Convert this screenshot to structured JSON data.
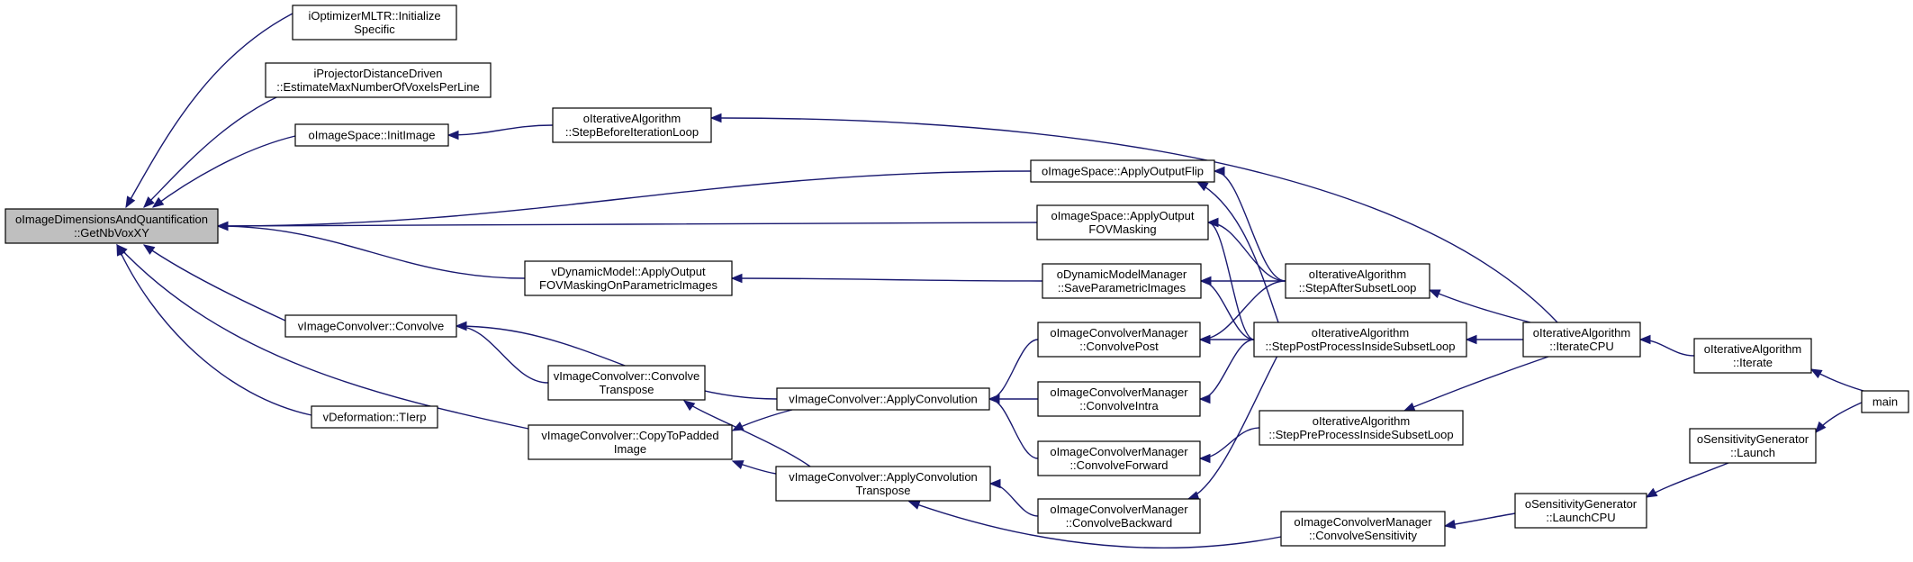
{
  "graph": {
    "edge_color": "#191970",
    "focus_fill": "#bfbfbf",
    "nodes": [
      {
        "id": "getnb",
        "lines": [
          "oImageDimensionsAndQuantification",
          "::GetNbVoxXY"
        ],
        "focus": true
      },
      {
        "id": "optmltr",
        "lines": [
          "iOptimizerMLTR::Initialize",
          "Specific"
        ]
      },
      {
        "id": "projdd",
        "lines": [
          "iProjectorDistanceDriven",
          "::EstimateMaxNumberOfVoxelsPerLine"
        ]
      },
      {
        "id": "initimg",
        "lines": [
          "oImageSpace::InitImage"
        ]
      },
      {
        "id": "stepbefore",
        "lines": [
          "oIterativeAlgorithm",
          "::StepBeforeIterationLoop"
        ]
      },
      {
        "id": "flip",
        "lines": [
          "oImageSpace::ApplyOutputFlip"
        ]
      },
      {
        "id": "fovmask",
        "lines": [
          "oImageSpace::ApplyOutput",
          "FOVMasking"
        ]
      },
      {
        "id": "vdynfov",
        "lines": [
          "vDynamicModel::ApplyOutput",
          "FOVMaskingOnParametricImages"
        ]
      },
      {
        "id": "dynsave",
        "lines": [
          "oDynamicModelManager",
          "::SaveParametricImages"
        ]
      },
      {
        "id": "afterss",
        "lines": [
          "oIterativeAlgorithm",
          "::StepAfterSubsetLoop"
        ]
      },
      {
        "id": "convolve",
        "lines": [
          "vImageConvolver::Convolve"
        ]
      },
      {
        "id": "convpost",
        "lines": [
          "oImageConvolverManager",
          "::ConvolvePost"
        ]
      },
      {
        "id": "postproc",
        "lines": [
          "oIterativeAlgorithm",
          "::StepPostProcessInsideSubsetLoop"
        ]
      },
      {
        "id": "itercpu",
        "lines": [
          "oIterativeAlgorithm",
          "::IterateCPU"
        ]
      },
      {
        "id": "iterate",
        "lines": [
          "oIterativeAlgorithm",
          "::Iterate"
        ]
      },
      {
        "id": "convtrans",
        "lines": [
          "vImageConvolver::Convolve",
          "Transpose"
        ]
      },
      {
        "id": "applyconv",
        "lines": [
          "vImageConvolver::ApplyConvolution"
        ]
      },
      {
        "id": "convintra",
        "lines": [
          "oImageConvolverManager",
          "::ConvolveIntra"
        ]
      },
      {
        "id": "tierp",
        "lines": [
          "vDeformation::TIerp"
        ]
      },
      {
        "id": "main",
        "lines": [
          "main"
        ]
      },
      {
        "id": "copypad",
        "lines": [
          "vImageConvolver::CopyToPadded",
          "Image"
        ]
      },
      {
        "id": "convfwd",
        "lines": [
          "oImageConvolverManager",
          "::ConvolveForward"
        ]
      },
      {
        "id": "preproc",
        "lines": [
          "oIterativeAlgorithm",
          "::StepPreProcessInsideSubsetLoop"
        ]
      },
      {
        "id": "senslaunch",
        "lines": [
          "oSensitivityGenerator",
          "::Launch"
        ]
      },
      {
        "id": "applyconvt",
        "lines": [
          "vImageConvolver::ApplyConvolution",
          "Transpose"
        ]
      },
      {
        "id": "convbwd",
        "lines": [
          "oImageConvolverManager",
          "::ConvolveBackward"
        ]
      },
      {
        "id": "senslaunchcpu",
        "lines": [
          "oSensitivityGenerator",
          "::LaunchCPU"
        ]
      },
      {
        "id": "convsens",
        "lines": [
          "oImageConvolverManager",
          "::ConvolveSensitivity"
        ]
      }
    ],
    "edges": [
      [
        "optmltr",
        "getnb"
      ],
      [
        "projdd",
        "getnb"
      ],
      [
        "initimg",
        "getnb"
      ],
      [
        "flip",
        "getnb"
      ],
      [
        "fovmask",
        "getnb"
      ],
      [
        "vdynfov",
        "getnb"
      ],
      [
        "convolve",
        "getnb"
      ],
      [
        "copypad",
        "getnb"
      ],
      [
        "tierp",
        "getnb"
      ],
      [
        "stepbefore",
        "initimg"
      ],
      [
        "itercpu",
        "stepbefore"
      ],
      [
        "afterss",
        "flip"
      ],
      [
        "postproc",
        "flip"
      ],
      [
        "afterss",
        "fovmask"
      ],
      [
        "postproc",
        "fovmask"
      ],
      [
        "dynsave",
        "vdynfov"
      ],
      [
        "afterss",
        "dynsave"
      ],
      [
        "postproc",
        "dynsave"
      ],
      [
        "applyconv",
        "convolve"
      ],
      [
        "convtrans",
        "convolve"
      ],
      [
        "applyconvt",
        "convtrans"
      ],
      [
        "applyconv",
        "copypad"
      ],
      [
        "applyconvt",
        "copypad"
      ],
      [
        "convpost",
        "applyconv"
      ],
      [
        "convintra",
        "applyconv"
      ],
      [
        "convfwd",
        "applyconv"
      ],
      [
        "convbwd",
        "applyconvt"
      ],
      [
        "convsens",
        "applyconvt"
      ],
      [
        "afterss",
        "convpost"
      ],
      [
        "postproc",
        "convpost"
      ],
      [
        "postproc",
        "convintra"
      ],
      [
        "preproc",
        "convfwd"
      ],
      [
        "postproc",
        "convbwd"
      ],
      [
        "itercpu",
        "afterss"
      ],
      [
        "itercpu",
        "postproc"
      ],
      [
        "itercpu",
        "preproc"
      ],
      [
        "iterate",
        "itercpu"
      ],
      [
        "main",
        "iterate"
      ],
      [
        "main",
        "senslaunch"
      ],
      [
        "senslaunch",
        "senslaunchcpu"
      ],
      [
        "senslaunchcpu",
        "convsens"
      ]
    ]
  }
}
